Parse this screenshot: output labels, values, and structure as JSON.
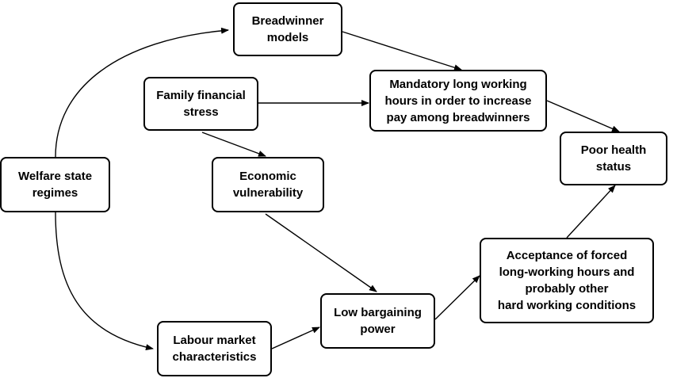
{
  "nodes": {
    "breadwinner": {
      "label": "Breadwinner\nmodels"
    },
    "mandatory": {
      "label": "Mandatory long working\nhours in order to increase\npay among breadwinners"
    },
    "family": {
      "label": "Family financial\nstress"
    },
    "welfare": {
      "label": "Welfare state\nregimes"
    },
    "economic": {
      "label": "Economic\nvulnerability"
    },
    "poor_health": {
      "label": "Poor health\nstatus"
    },
    "acceptance": {
      "label": "Acceptance of forced\nlong-working hours and\nprobably other\nhard working conditions"
    },
    "low_bargaining": {
      "label": "Low bargaining\npower"
    },
    "labour": {
      "label": "Labour market\ncharacteristics"
    }
  },
  "edges": [
    {
      "from": "welfare",
      "to": "breadwinner"
    },
    {
      "from": "welfare",
      "to": "labour"
    },
    {
      "from": "breadwinner",
      "to": "mandatory"
    },
    {
      "from": "family",
      "to": "mandatory"
    },
    {
      "from": "family",
      "to": "economic"
    },
    {
      "from": "mandatory",
      "to": "poor_health"
    },
    {
      "from": "economic",
      "to": "low_bargaining"
    },
    {
      "from": "labour",
      "to": "low_bargaining"
    },
    {
      "from": "low_bargaining",
      "to": "acceptance"
    },
    {
      "from": "acceptance",
      "to": "poor_health"
    }
  ]
}
